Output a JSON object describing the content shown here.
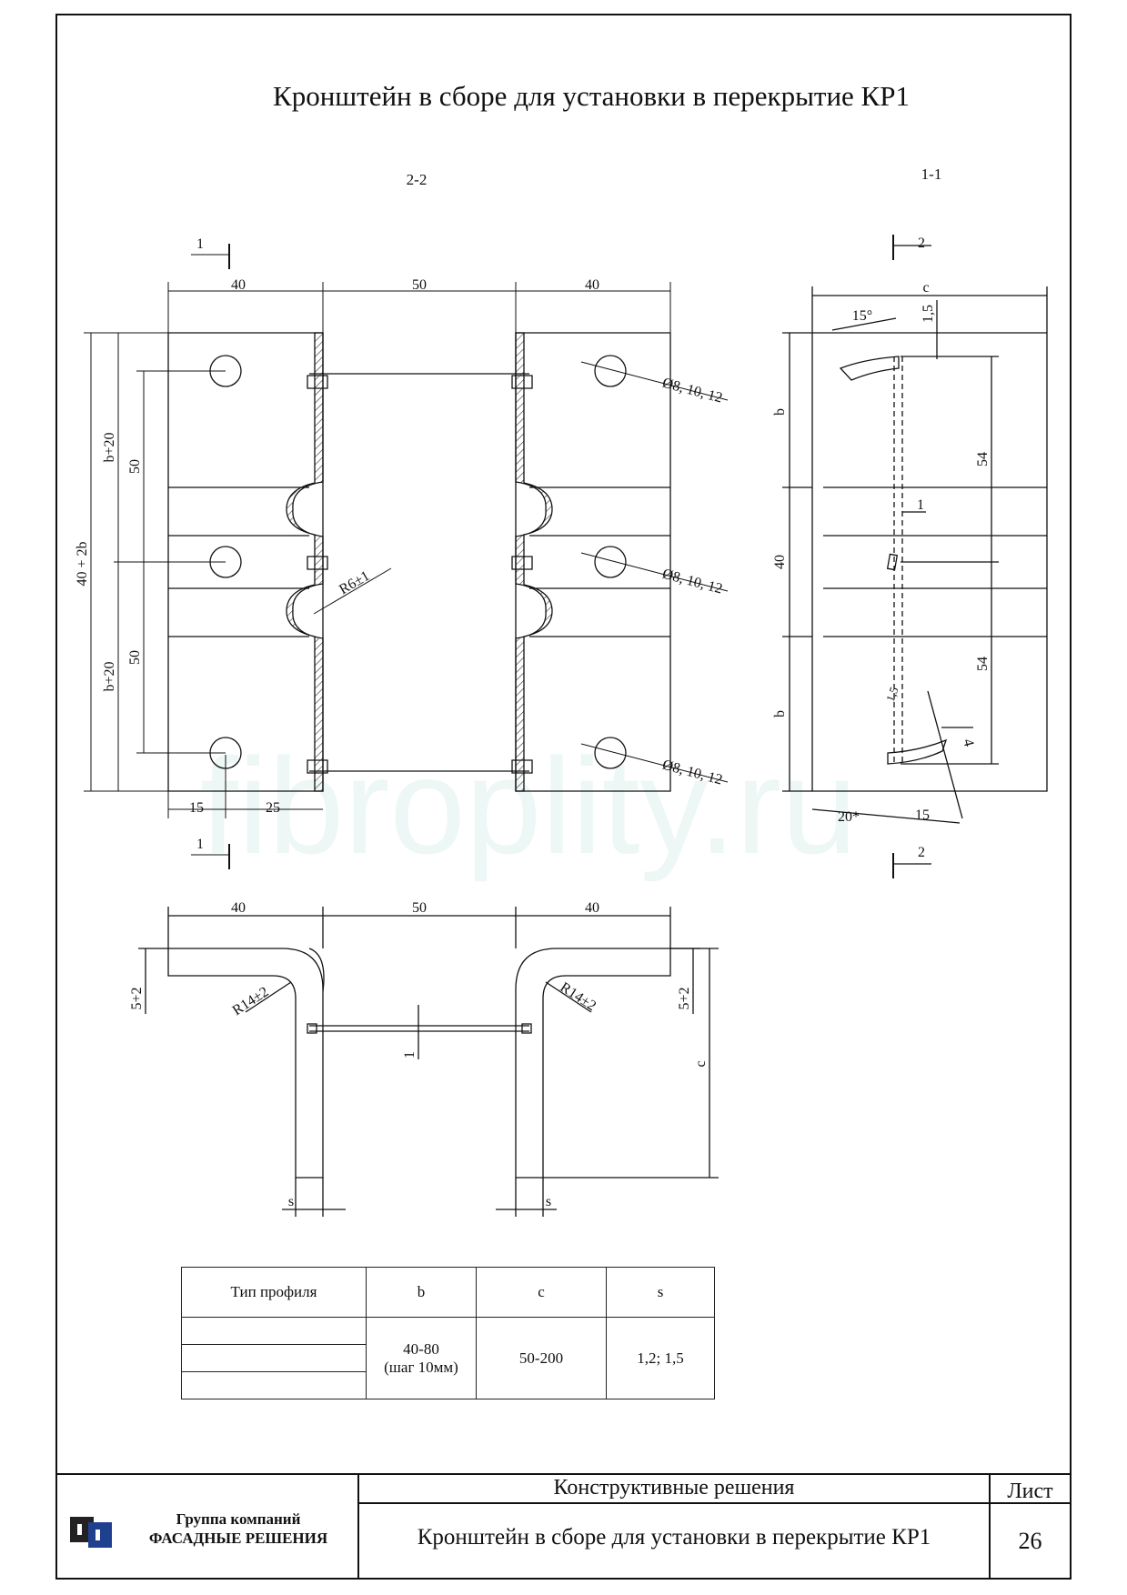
{
  "title": "Кронштейн в сборе для установки в перекрытие КР1",
  "watermark": "fibroplity.ru",
  "views": {
    "front": {
      "label": "2-2",
      "section_marks": [
        "1",
        "1"
      ],
      "dims_top": [
        "40",
        "50",
        "40"
      ],
      "dims_left": [
        "40 + 2b",
        "b+20",
        "b+20",
        "50",
        "50"
      ],
      "dims_bottom": [
        "15",
        "25"
      ],
      "radius": "R6±1",
      "holes": [
        "Ø8, 10, 12",
        "Ø8, 10, 12",
        "Ø8, 10, 12"
      ]
    },
    "side": {
      "label": "1-1",
      "section_marks": [
        "2",
        "2"
      ],
      "dims": [
        "c",
        "15°",
        "1,5",
        "b",
        "40",
        "b",
        "54",
        "54",
        "1",
        "1,5",
        "4",
        "20*",
        "15"
      ]
    },
    "bottom": {
      "dims_top": [
        "40",
        "50",
        "40"
      ],
      "dims_side": [
        "5+2",
        "5+2",
        "c",
        "1",
        "s",
        "s"
      ],
      "radii": [
        "R14±2",
        "R14±2"
      ]
    }
  },
  "table": {
    "headers": [
      "Тип профиля",
      "b",
      "c",
      "s"
    ],
    "b_value": [
      "40-80",
      "(шаг 10мм)"
    ],
    "c_value": "50-200",
    "s_value": "1,2; 1,5"
  },
  "title_block": {
    "company_line1": "Группа компаний",
    "company_line2": "ФАСАДНЫЕ РЕШЕНИЯ",
    "section": "Конструктивные решения",
    "sheet_label": "Лист",
    "drawing_title": "Кронштейн в сборе для установки в перекрытие КР1",
    "sheet_number": "26"
  }
}
